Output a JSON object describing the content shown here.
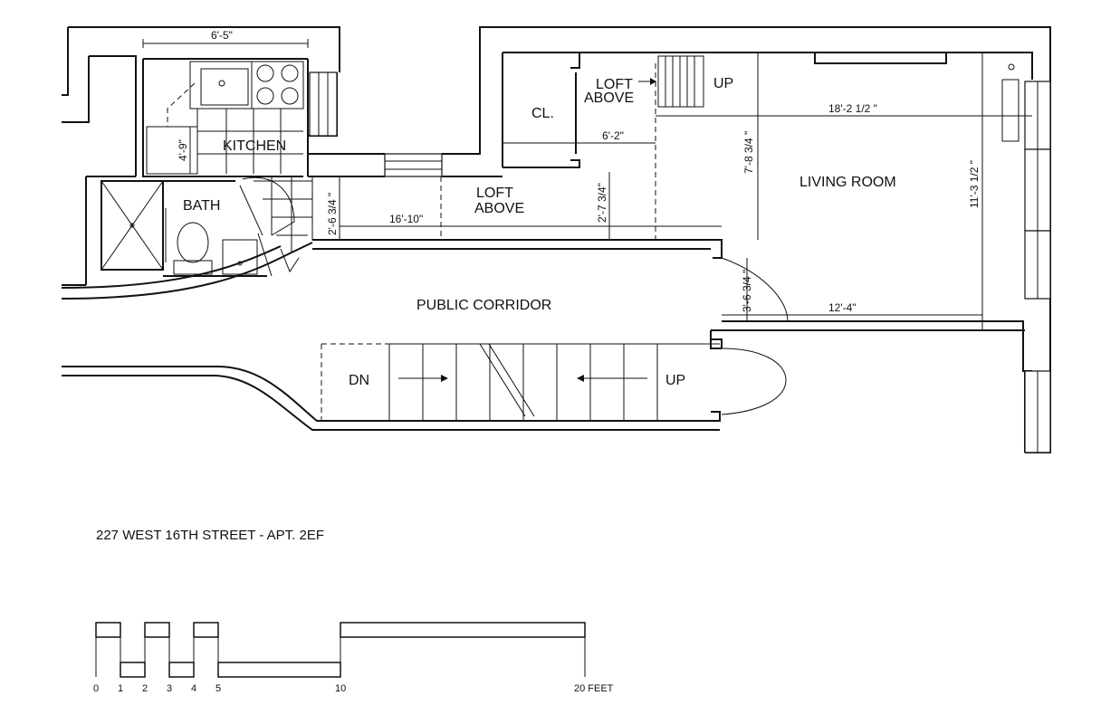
{
  "labels": {
    "kitchen": "KITCHEN",
    "bath": "BATH",
    "closet": "CL.",
    "loft_above_1": [
      "LOFT",
      "ABOVE"
    ],
    "loft_above_2": [
      "LOFT",
      "ABOVE"
    ],
    "living_room": "LIVING ROOM",
    "public_corridor": "PUBLIC CORRIDOR",
    "stair_dn": "DN",
    "stair_up": "UP",
    "loft_up": "UP"
  },
  "dimensions": {
    "kitchen_width": "6'-5\"",
    "kitchen_depth": "4'-9\"",
    "closet_width": "6'-2\"",
    "living_length": "18'-2 1/2 \"",
    "living_height": "7'-8 3/4 \"",
    "living_width": "11'-3 1/2 \"",
    "hall_length": "16'-10\"",
    "hall_width_left": "2'-6 3/4 \"",
    "hall_width_right": "2'-7 3/4\"",
    "door_width": "3'-6 3/4 \"",
    "living_bottom": "12'-4\""
  },
  "title": "227 WEST 16TH STREET - APT. 2EF",
  "scale_bar": {
    "ticks": [
      "0",
      "1",
      "2",
      "3",
      "4",
      "5",
      "10",
      "20 FEET"
    ]
  }
}
